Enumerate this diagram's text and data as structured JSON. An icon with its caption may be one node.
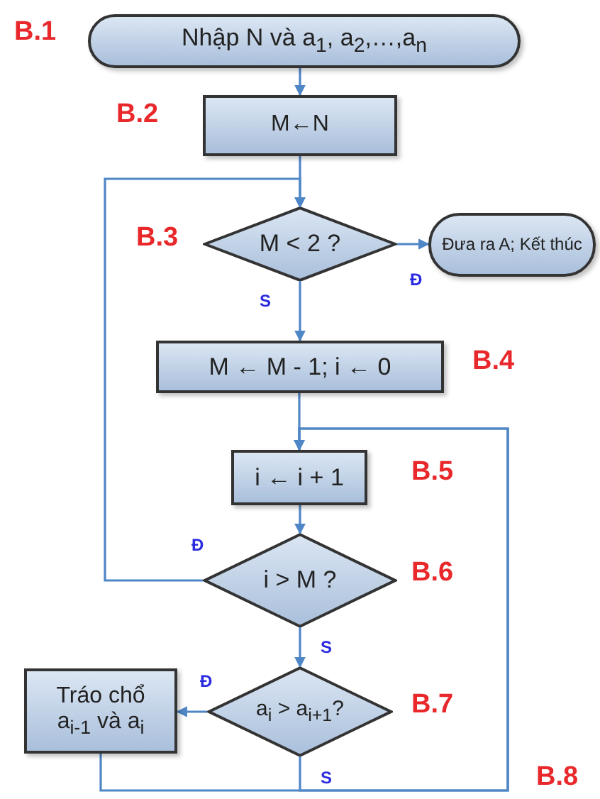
{
  "diagram": {
    "nodes": [
      {
        "text": [
          "Nhập N và a$_{1}$, a$_{2}$,…,a$_{n}$"
        ],
        "beside": [
          "B.1"
        ]
      },
      {
        "text": [
          "M←N"
        ],
        "beside": [
          "B.2"
        ]
      },
      {
        "text": [
          "M < 2 ?"
        ],
        "beside": [
          "B.3"
        ]
      },
      {
        "text": [
          "Đưa ra A; Kết thúc"
        ]
      },
      {
        "text": [
          "M ← M - 1; i ← 0"
        ],
        "beside": [
          "B.4"
        ]
      },
      {
        "text": [
          "i ← i + 1"
        ],
        "beside": [
          "B.5"
        ]
      },
      {
        "text": [
          "i > M ?"
        ],
        "beside": [
          "B.6"
        ]
      },
      {
        "text": [
          "a$_{i}$ > a$_{i+1}$?"
        ],
        "beside": [
          "B.7"
        ]
      },
      {
        "text": [
          "Tráo chổ a$_{i-1}$ và a$_{i}$"
        ]
      }
    ],
    "edges": [
      {
        "from": 0,
        "to": 1,
        "arrow": "to"
      },
      {
        "from": 1,
        "to": 2,
        "arrow": "to"
      },
      {
        "from": 2,
        "to": 3,
        "arrow": "to",
        "label": "Đ"
      },
      {
        "from": 2,
        "to": 4,
        "arrow": "to",
        "label": "S"
      },
      {
        "from": 4,
        "to": 5,
        "arrow": "to"
      },
      {
        "from": 5,
        "to": 6,
        "arrow": "to"
      },
      {
        "from": 6,
        "to": 2,
        "arrow": "to",
        "label": "Đ"
      },
      {
        "from": 6,
        "to": 7,
        "arrow": "to",
        "label": "S"
      },
      {
        "from": 7,
        "to": 8,
        "arrow": "to",
        "label": "Đ"
      },
      {
        "from": 7,
        "to": 5,
        "arrow": "to",
        "label": "S"
      },
      {
        "from": 8,
        "to": 5,
        "arrow": "to"
      }
    ],
    "labels": [
      "B.8"
    ]
  }
}
